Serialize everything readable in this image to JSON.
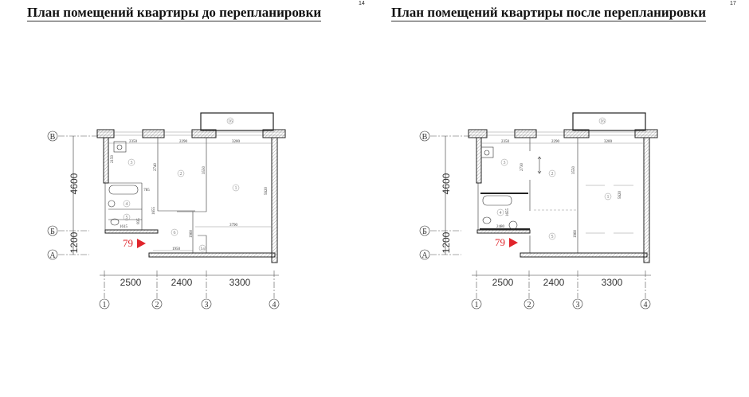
{
  "left": {
    "title": "План помещений квартиры до перепланировки",
    "page_number": "14",
    "axes_rows": [
      "В",
      "Б",
      "А"
    ],
    "axes_cols": [
      "1",
      "2",
      "3",
      "4"
    ],
    "row_dims": [
      "4600",
      "1200"
    ],
    "col_dims": [
      "2500",
      "2400",
      "3300"
    ],
    "rooms": {
      "r1": "1",
      "r2": "2",
      "r3": "3",
      "r4": "4",
      "r5": "5",
      "r6": "6",
      "r1a": "1а",
      "r16": "16"
    },
    "dims": {
      "d2350": "2350",
      "d2290": "2290",
      "d3200": "3200",
      "d2150": "2150",
      "d2740": "2740",
      "d3550": "3550",
      "d5620": "5620",
      "d785": "785",
      "d1655": "1655",
      "d835": "835",
      "d1615": "1615",
      "d3790": "3790",
      "d1960": "1960",
      "d1950": "1950"
    },
    "marker": "79"
  },
  "right": {
    "title": "План помещений квартиры после перепланировки",
    "page_number": "17",
    "axes_rows": [
      "В",
      "Б",
      "А"
    ],
    "axes_cols": [
      "1",
      "2",
      "3",
      "4"
    ],
    "row_dims": [
      "4600",
      "1200"
    ],
    "col_dims": [
      "2500",
      "2400",
      "3300"
    ],
    "rooms": {
      "r1": "1",
      "r2": "2",
      "r3": "3",
      "r4": "4",
      "r5": "5",
      "r16": "16"
    },
    "dims": {
      "d2350": "2350",
      "d2290": "2290",
      "d3200": "3200",
      "d2730": "2730",
      "d3550": "3550",
      "d5620": "5620",
      "d1655": "1655",
      "d2480": "2480",
      "d1960": "1960"
    },
    "marker": "79"
  },
  "colors": {
    "marker": "#e0242b",
    "lines": "#222222"
  }
}
